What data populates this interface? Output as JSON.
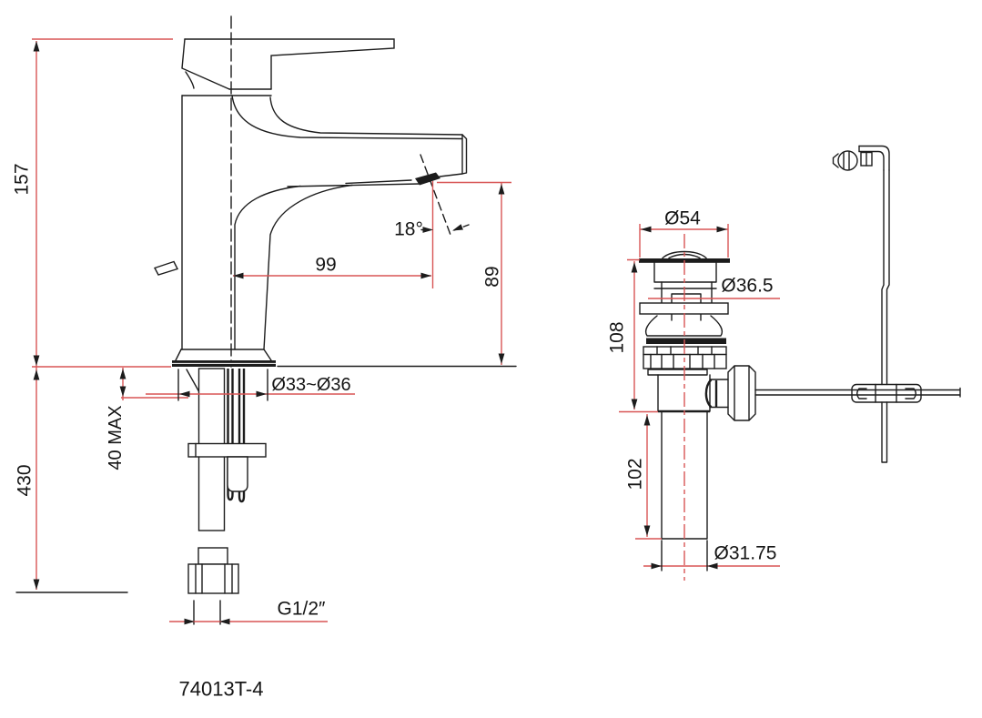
{
  "drawing": {
    "model_label": "74013T-4",
    "colors": {
      "dimension_red": "#d85555",
      "line_black": "#1c1c1c"
    },
    "faucet_view": {
      "overall_height": "157",
      "under_counter_length": "430",
      "max_deck_thickness": "40 MAX",
      "mounting_hole": "Ø33~Ø36",
      "spout_reach": "99",
      "spout_height": "89",
      "spout_angle": "18°",
      "inlet_thread": "G1/2″"
    },
    "drain_view": {
      "flange_diameter": "Ø54",
      "body_diameter": "Ø36.5",
      "upper_height": "108",
      "tailpiece_length": "102",
      "tailpiece_diameter": "Ø31.75"
    }
  }
}
